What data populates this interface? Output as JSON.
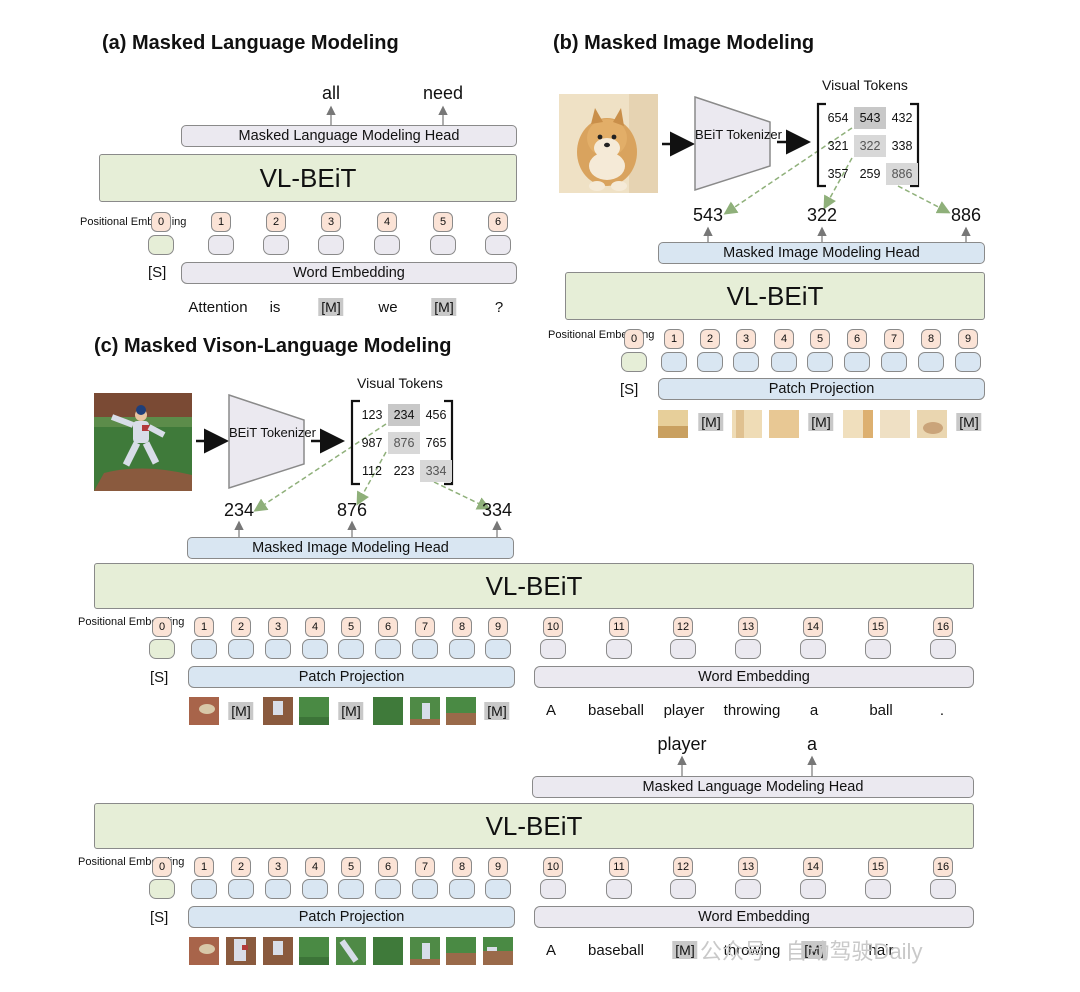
{
  "titles": {
    "a": "(a) Masked Language Modeling",
    "b": "(b) Masked Image Modeling",
    "c": "(c) Masked Vison-Language Modeling"
  },
  "labels": {
    "mlm_head": "Masked Language Modeling Head",
    "mim_head": "Masked Image Modeling Head",
    "vl_beit": "VL-BEiT",
    "word_embedding": "Word Embedding",
    "patch_projection": "Patch Projection",
    "positional_embedding": "Positional Embedding",
    "cls": "[S]",
    "mask": "[M]",
    "tokenizer": "BEiT Tokenizer",
    "visual_tokens": "Visual Tokens"
  },
  "panel_a": {
    "outputs": [
      "all",
      "need"
    ],
    "positions": [
      "0",
      "1",
      "2",
      "3",
      "4",
      "5",
      "6"
    ],
    "words": [
      "Attention",
      "is",
      "[M]",
      "we",
      "[M]",
      "?"
    ]
  },
  "panel_b": {
    "token_grid": [
      [
        "654",
        "543",
        "432"
      ],
      [
        "321",
        "322",
        "338"
      ],
      [
        "357",
        "259",
        "886"
      ]
    ],
    "outputs": [
      "543",
      "322",
      "886"
    ],
    "positions": [
      "0",
      "1",
      "2",
      "3",
      "4",
      "5",
      "6",
      "7",
      "8",
      "9"
    ]
  },
  "panel_c": {
    "token_grid": [
      [
        "123",
        "234",
        "456"
      ],
      [
        "987",
        "876",
        "765"
      ],
      [
        "112",
        "223",
        "334"
      ]
    ],
    "outputs": [
      "234",
      "876",
      "334"
    ],
    "positions": [
      "0",
      "1",
      "2",
      "3",
      "4",
      "5",
      "6",
      "7",
      "8",
      "9",
      "10",
      "11",
      "12",
      "13",
      "14",
      "15",
      "16"
    ],
    "words_top": [
      "A",
      "baseball",
      "player",
      "throwing",
      "a",
      "ball",
      "."
    ],
    "outputs_bottom": [
      "player",
      "a"
    ],
    "words_bottom": [
      "A",
      "baseball",
      "[M]",
      "throwing",
      "[M]",
      "hair"
    ]
  },
  "watermark": "公众号 · 自动驾驶Daily",
  "colors": {
    "token_lavender": "#ebe9f0",
    "token_blue": "#d9e6f2",
    "token_green": "#e6eed7",
    "position_peach": "#fbe3d6",
    "mask_grey": "#c8c8c8",
    "arrow_green": "#8fb07a"
  }
}
